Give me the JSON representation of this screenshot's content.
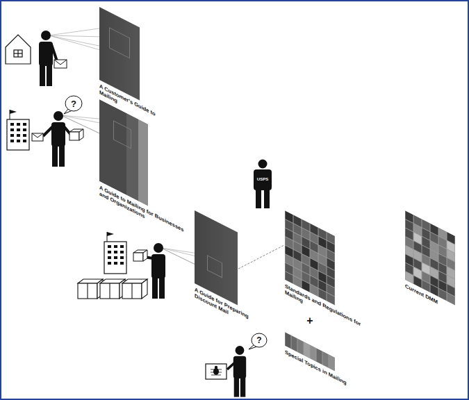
{
  "diagram": {
    "nodes": [
      {
        "text": [
          "A Customer's Guide to Mailing"
        ]
      },
      {
        "text": [
          "A Guide to Mailing for Businesses and Organizations"
        ]
      },
      {
        "text": [
          "A Guide for Preparing Discount Mail"
        ]
      },
      {
        "text": [
          "Standards and Regulations for Mailing"
        ]
      },
      {
        "text": [
          "Special Topics in Mailing"
        ]
      },
      {
        "text": [
          "Current DMM"
        ]
      }
    ],
    "edges": [
      {
        "from": 2,
        "to": 3,
        "arrow": "none"
      }
    ],
    "labels": [
      "?",
      "USPS",
      "+",
      "?"
    ]
  }
}
